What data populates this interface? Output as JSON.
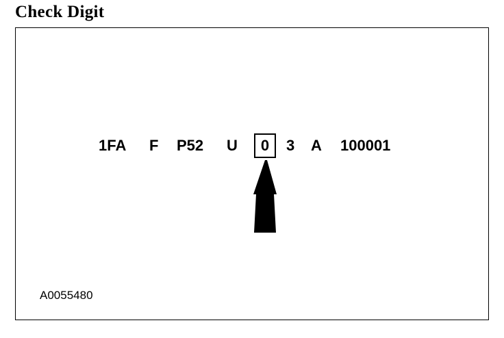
{
  "heading": "Check Digit",
  "vin": {
    "segments": [
      "1FA",
      "F",
      "P52",
      "U"
    ],
    "check_digit": "0",
    "after": [
      "3",
      "A",
      "100001"
    ]
  },
  "figure_id": "A0055480"
}
